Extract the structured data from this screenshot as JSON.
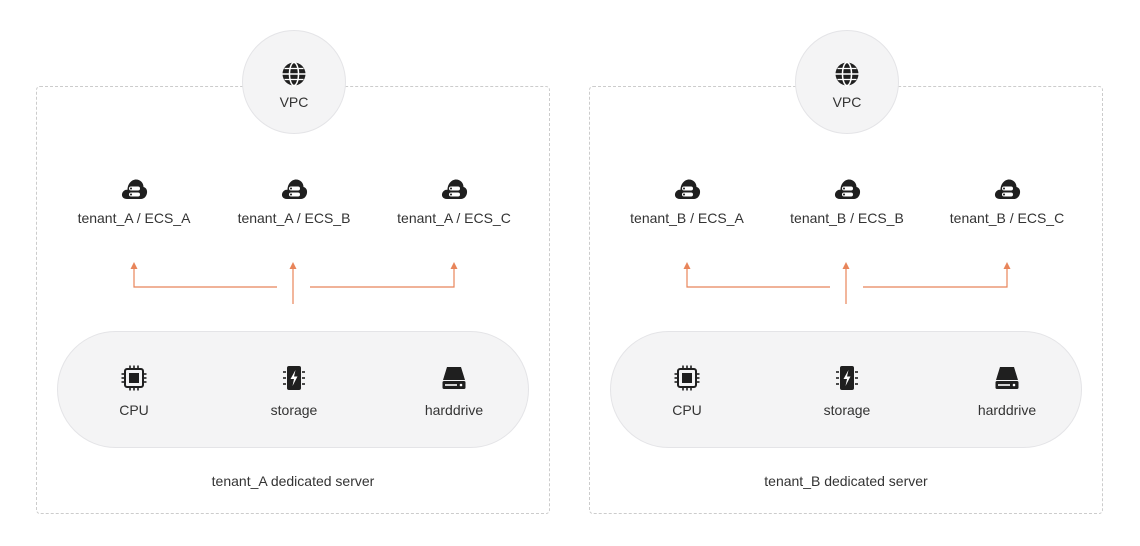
{
  "diagrams": [
    {
      "vpc_label": "VPC",
      "ecs": [
        {
          "label": "tenant_A / ECS_A",
          "icon": "cloud-server-icon"
        },
        {
          "label": "tenant_A / ECS_B",
          "icon": "cloud-server-icon"
        },
        {
          "label": "tenant_A / ECS_C",
          "icon": "cloud-server-icon"
        }
      ],
      "resources": [
        {
          "label": "CPU",
          "icon": "cpu-icon"
        },
        {
          "label": "storage",
          "icon": "storage-icon"
        },
        {
          "label": "harddrive",
          "icon": "harddrive-icon"
        }
      ],
      "server_label": "tenant_A dedicated server"
    },
    {
      "vpc_label": "VPC",
      "ecs": [
        {
          "label": "tenant_B / ECS_A",
          "icon": "cloud-server-icon"
        },
        {
          "label": "tenant_B / ECS_B",
          "icon": "cloud-server-icon"
        },
        {
          "label": "tenant_B / ECS_C",
          "icon": "cloud-server-icon"
        }
      ],
      "resources": [
        {
          "label": "CPU",
          "icon": "cpu-icon"
        },
        {
          "label": "storage",
          "icon": "storage-icon"
        },
        {
          "label": "harddrive",
          "icon": "harddrive-icon"
        }
      ],
      "server_label": "tenant_B dedicated server"
    }
  ],
  "colors": {
    "arrow": "#e8855a",
    "icon": "#1f1f1f",
    "border": "#cccccc",
    "fill": "#f4f4f5"
  }
}
